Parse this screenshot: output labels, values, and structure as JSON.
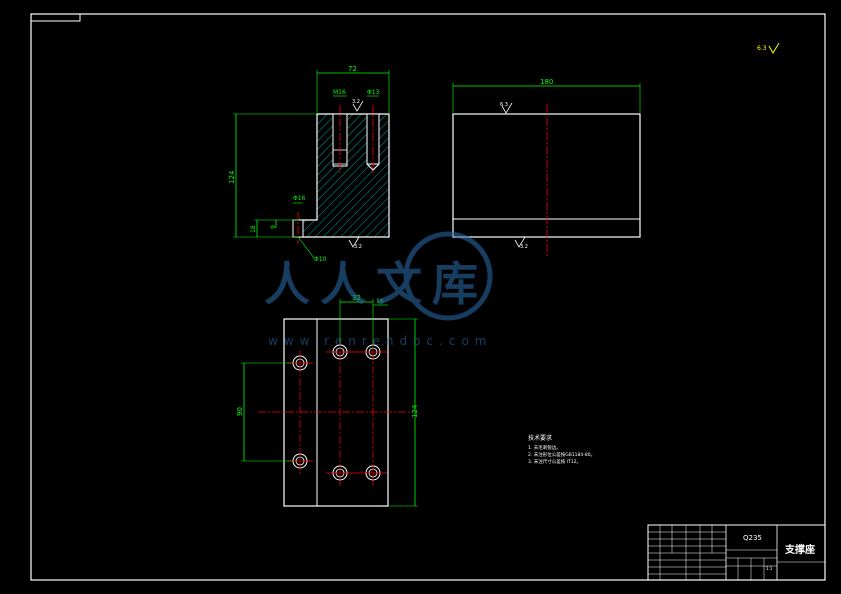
{
  "sheet": {
    "background": "#000000",
    "border_color": "#ffffff",
    "dimension_color": "#00ff00",
    "centerline_color": "#ff0000",
    "hatch_color": "#00ffff",
    "outline_color": "#ffffff"
  },
  "top_right_roughness": "6.3",
  "front_view": {
    "dims": {
      "width": "72",
      "height": "124",
      "step_18": "18",
      "step_9": "9",
      "hole_m16": "M16",
      "hole_d13": "Φ13",
      "hole_d16": "Φ16",
      "hole_d10": "Φ10"
    },
    "roughness_top": "3.2",
    "roughness_bottom": "3.2"
  },
  "side_view": {
    "dims": {
      "width": "180"
    },
    "roughness_top": "6.3",
    "roughness_bottom": "3.2"
  },
  "top_view": {
    "dims": {
      "pitch_32": "32",
      "offset_16": "16",
      "height_124": "124",
      "vertical_90": "90"
    }
  },
  "tech_notes": {
    "heading": "技术要求",
    "items": [
      "1. 去毛刺锐边。",
      "2. 未注形位公差按GB1184-80。",
      "3. 未注尺寸公差按 IT12。"
    ]
  },
  "title_block": {
    "material": "Q235",
    "part_name": "支撑座",
    "scale_label": "1:1"
  },
  "watermark": {
    "text": "人人文库",
    "url": "www.renrendoc.com"
  }
}
